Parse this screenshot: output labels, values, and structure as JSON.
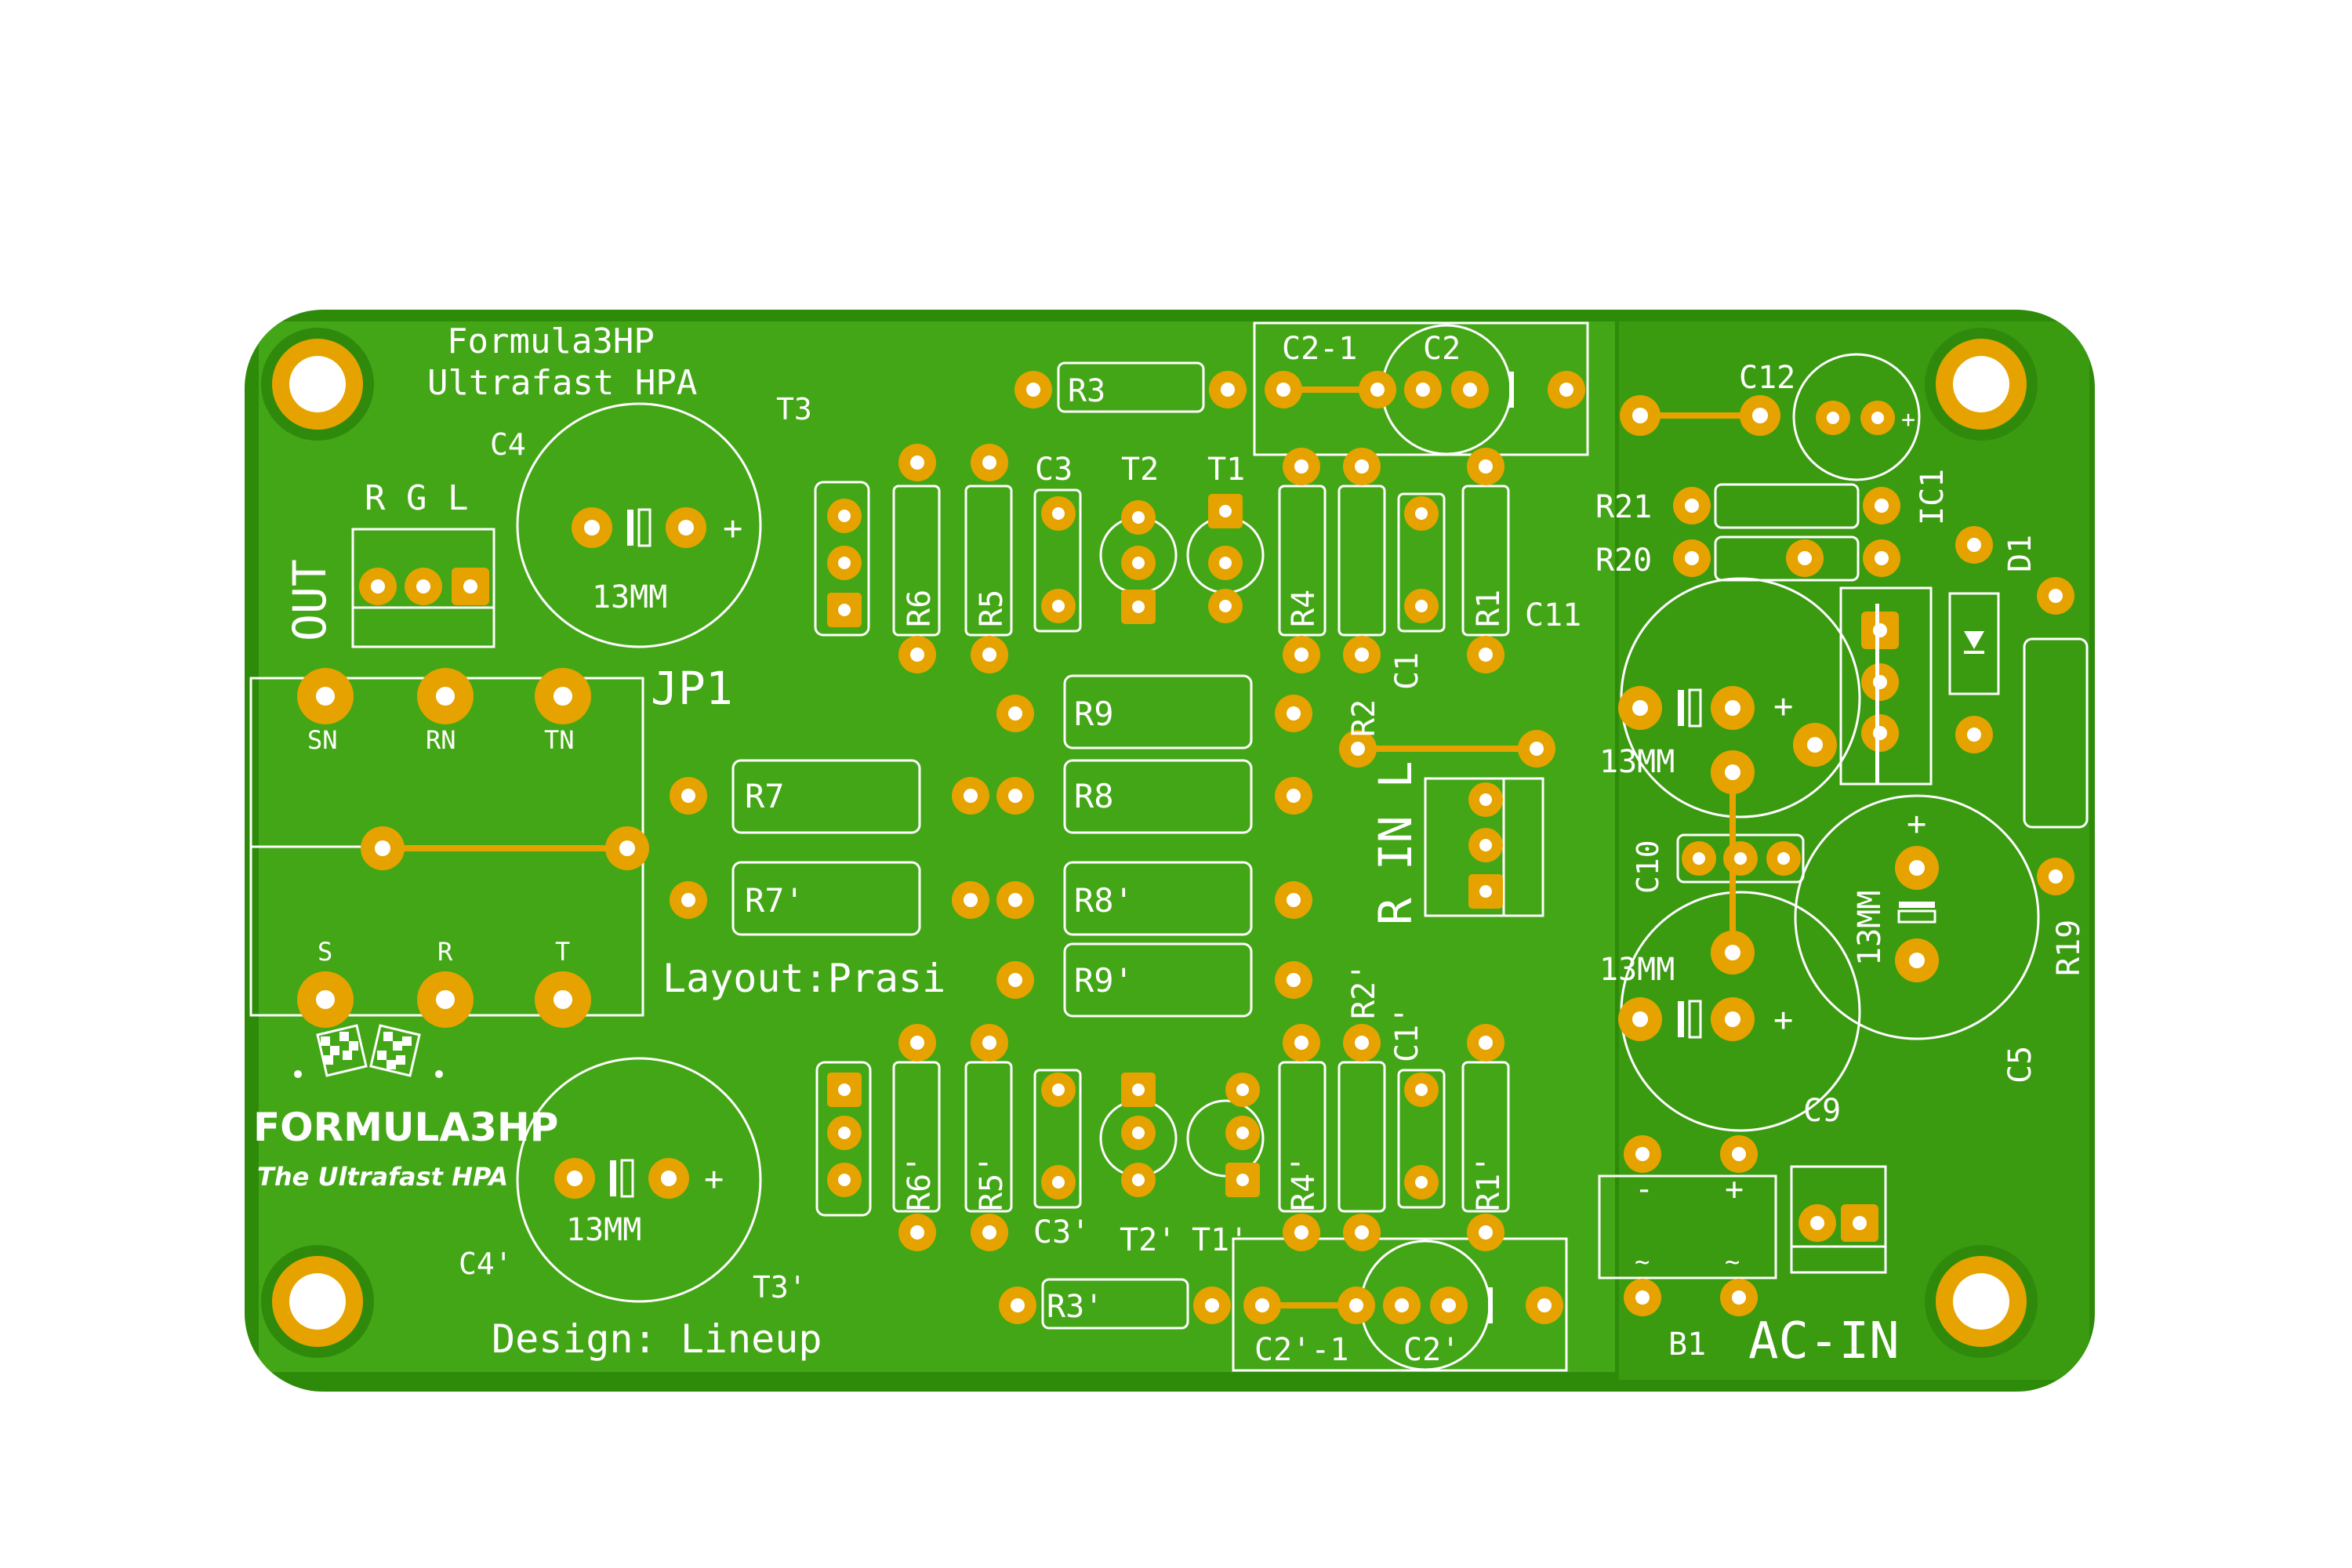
{
  "board": {
    "colors": {
      "board": "#2e8b0a",
      "pour": "#43a616",
      "copper": "#e6a300",
      "copper_edge": "#d99800",
      "hole": "#ffffff",
      "silk": "#ffffff"
    }
  },
  "text": {
    "brand_line1": "Formula3HP",
    "brand_line2": "Ultrafast HPA",
    "out_label": "OUT",
    "rgl": "R G L",
    "jp1": "JP1",
    "sn": "SN",
    "rn": "RN",
    "tn": "TN",
    "s": "S",
    "r": "R",
    "t": "T",
    "layout": "Layout:Prasi",
    "design": "Design: Lineup",
    "logo_main": "FORMULA3HP",
    "logo_sub": "The Ultrafast HPA",
    "in_label": "R IN L",
    "ac_in": "AC-IN",
    "minus": "-",
    "plus": "+",
    "tilde": "~"
  },
  "refs": {
    "C4": "C4",
    "C4p": "C4'",
    "T3": "T3",
    "T3p": "T3'",
    "R3": "R3",
    "R3p": "R3'",
    "C2_1": "C2-1",
    "C2": "C2",
    "C2p_1": "C2'-1",
    "C2p": "C2'",
    "R6": "R6",
    "R5": "R5",
    "C3": "C3",
    "T2": "T2",
    "T1": "T1",
    "R4": "R4",
    "R1": "R1",
    "R2": "R2",
    "C1": "C1",
    "C11": "C11",
    "R6p": "R6'",
    "R5p": "R5'",
    "C3p": "C3'",
    "T2p": "T2'",
    "T1p": "T1'",
    "R4p": "R4'",
    "R1p": "R1'",
    "R2p": "R2'",
    "C1p": "C1'",
    "R9": "R9",
    "R7": "R7",
    "R8": "R8",
    "R7p": "R7'",
    "R8p": "R8'",
    "R9p": "R9'",
    "C12": "C12",
    "R21": "R21",
    "R20": "R20",
    "IC1": "IC1",
    "D1": "D1",
    "R19": "R19",
    "C10": "C10",
    "C9": "C9",
    "C5": "C5",
    "B1": "B1",
    "mm13": "13MM"
  }
}
